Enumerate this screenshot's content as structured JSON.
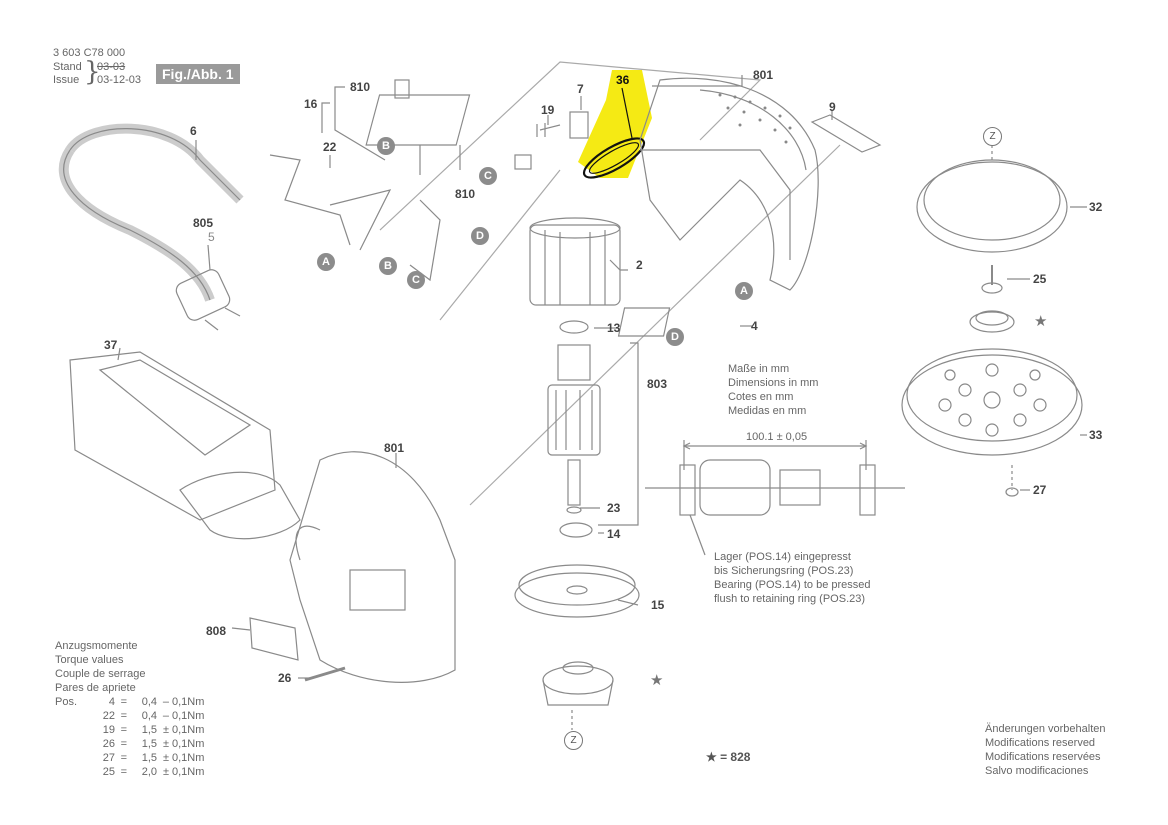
{
  "header": {
    "part_number": "3 603 C78 000",
    "stand_label": "Stand",
    "issue_label": "Issue",
    "old_date": "03-03",
    "date": "03-12-03",
    "fig_label": "Fig./Abb. 1"
  },
  "callouts": {
    "p801_top": "801",
    "p36": "36",
    "p810_top": "810",
    "p16": "16",
    "p7": "7",
    "p19": "19",
    "p9": "9",
    "p6": "6",
    "p22": "22",
    "p810_mid": "810",
    "p805": "805",
    "p5": "5",
    "p2": "2",
    "p4": "4",
    "p13": "13",
    "p803": "803",
    "p37": "37",
    "p801_bottom": "801",
    "p23": "23",
    "p14": "14",
    "p15": "15",
    "p808": "808",
    "p26": "26",
    "p32": "32",
    "p25": "25",
    "p33": "33",
    "p27": "27"
  },
  "markers": {
    "A": "A",
    "B": "B",
    "C": "C",
    "D": "D",
    "Z": "Z"
  },
  "dimensions_note": [
    "Maße in mm",
    "Dimensions in mm",
    "Cotes en mm",
    "Medidas en mm"
  ],
  "dimension_value": "100.1 ± 0,05",
  "bearing_note": [
    "Lager (POS.14) eingepresst",
    "bis Sicherungsring (POS.23)",
    "Bearing (POS.14) to be pressed",
    "flush to retaining ring (POS.23)"
  ],
  "torque": {
    "title": [
      "Anzugsmomente",
      "Torque values",
      "Couple de serrage",
      "Pares de apriete"
    ],
    "pos_label": "Pos.",
    "rows": [
      {
        "pos": "4",
        "eq": "=",
        "val": "0,4",
        "op": "–",
        "tol": "0,1Nm"
      },
      {
        "pos": "22",
        "eq": "=",
        "val": "0,4",
        "op": "–",
        "tol": "0,1Nm"
      },
      {
        "pos": "19",
        "eq": "=",
        "val": "1,5",
        "op": "±",
        "tol": "0,1Nm"
      },
      {
        "pos": "26",
        "eq": "=",
        "val": "1,5",
        "op": "±",
        "tol": "0,1Nm"
      },
      {
        "pos": "27",
        "eq": "=",
        "val": "1,5",
        "op": "±",
        "tol": "0,1Nm"
      },
      {
        "pos": "25",
        "eq": "=",
        "val": "2,0",
        "op": "±",
        "tol": "0,1Nm"
      }
    ]
  },
  "star_legend": "★ = 828",
  "star": "★",
  "modifications": [
    "Änderungen vorbehalten",
    "Modifications reserved",
    "Modifications reservées",
    "Salvo modificaciones"
  ],
  "colors": {
    "highlight": "#f5ea14",
    "line": "#666666",
    "marker": "#8c8c8c"
  }
}
